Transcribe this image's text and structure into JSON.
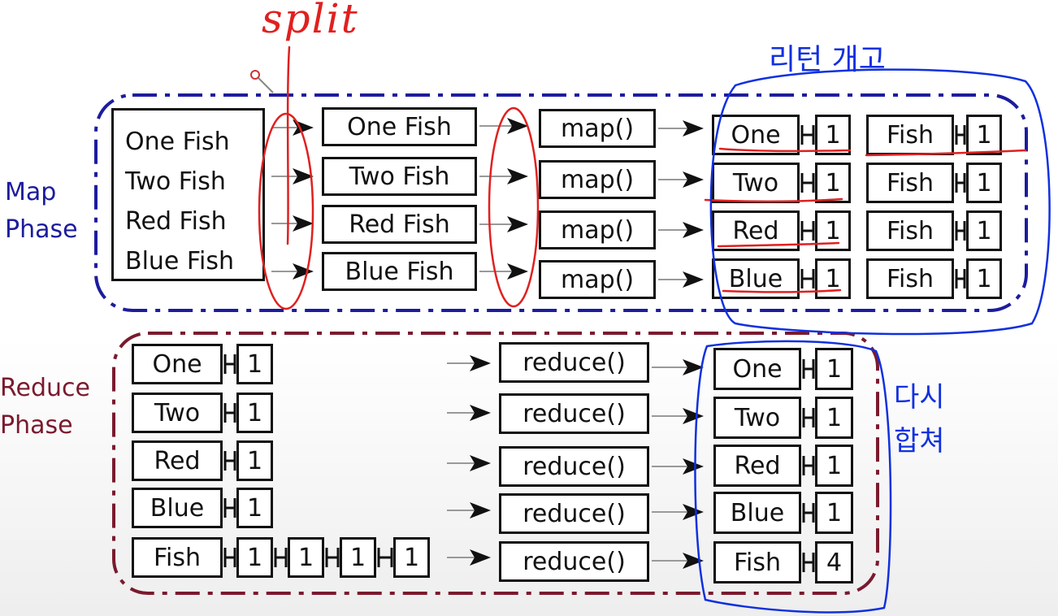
{
  "annotations": {
    "split": "split",
    "right_top": "리턴 개고",
    "right_bottom_line1": "다시",
    "right_bottom_line2": "합쳐"
  },
  "map_phase": {
    "label_line1": "Map",
    "label_line2": "Phase",
    "input_lines": [
      "One Fish",
      "Two Fish",
      "Red Fish",
      "Blue Fish"
    ],
    "splits": [
      "One Fish",
      "Two Fish",
      "Red Fish",
      "Blue Fish"
    ],
    "map_label": "map()",
    "outputs": [
      {
        "word": "One",
        "count": "1",
        "fish": "Fish",
        "fish_count": "1"
      },
      {
        "word": "Two",
        "count": "1",
        "fish": "Fish",
        "fish_count": "1"
      },
      {
        "word": "Red",
        "count": "1",
        "fish": "Fish",
        "fish_count": "1"
      },
      {
        "word": "Blue",
        "count": "1",
        "fish": "Fish",
        "fish_count": "1"
      }
    ]
  },
  "reduce_phase": {
    "label_line1": "Reduce",
    "label_line2": "Phase",
    "groups": [
      {
        "word": "One",
        "values": [
          "1"
        ]
      },
      {
        "word": "Two",
        "values": [
          "1"
        ]
      },
      {
        "word": "Red",
        "values": [
          "1"
        ]
      },
      {
        "word": "Blue",
        "values": [
          "1"
        ]
      },
      {
        "word": "Fish",
        "values": [
          "1",
          "1",
          "1",
          "1"
        ]
      }
    ],
    "reduce_label": "reduce()",
    "results": [
      {
        "word": "One",
        "count": "1"
      },
      {
        "word": "Two",
        "count": "1"
      },
      {
        "word": "Red",
        "count": "1"
      },
      {
        "word": "Blue",
        "count": "1"
      },
      {
        "word": "Fish",
        "count": "4"
      }
    ]
  },
  "colors": {
    "map_border": "#1c1c9e",
    "reduce_border": "#7a1a2e",
    "annotation_red": "#e02020",
    "annotation_blue": "#1030e0",
    "box_border": "#111111"
  }
}
